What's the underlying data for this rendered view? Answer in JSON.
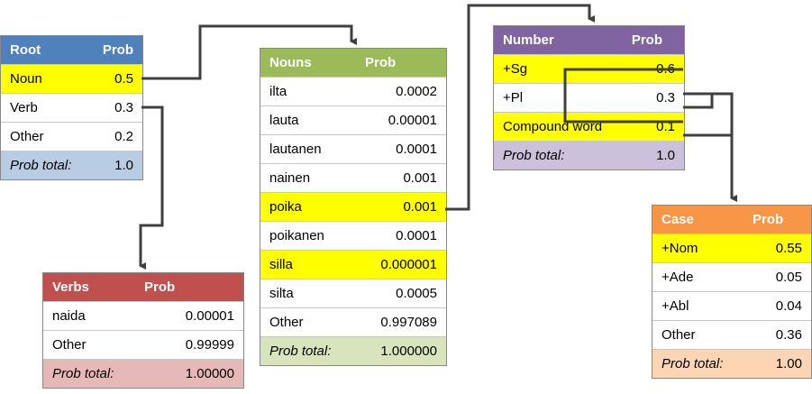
{
  "colors": {
    "root_header": "#4f81bd",
    "root_total": "#b8cce4",
    "verbs_header": "#c0504d",
    "verbs_total": "#e6b9b8",
    "nouns_header": "#9bbb59",
    "nouns_total": "#d7e4bc",
    "number_header": "#8064a2",
    "number_total": "#ccc1da",
    "case_header": "#f79646",
    "case_total": "#fcd5b4",
    "highlight": "#ffff00",
    "connector": "#404040"
  },
  "root": {
    "title": "Root",
    "prob": "Prob",
    "rows": [
      {
        "label": "Noun",
        "value": "0.5"
      },
      {
        "label": "Verb",
        "value": "0.3"
      },
      {
        "label": "Other",
        "value": "0.2"
      }
    ],
    "total_label": "Prob total:",
    "total_value": "1.0"
  },
  "verbs": {
    "title": "Verbs",
    "prob": "Prob",
    "rows": [
      {
        "label": "naida",
        "value": "0.00001"
      },
      {
        "label": "Other",
        "value": "0.99999"
      }
    ],
    "total_label": "Prob total:",
    "total_value": "1.00000"
  },
  "nouns": {
    "title": "Nouns",
    "prob": "Prob",
    "rows": [
      {
        "label": "ilta",
        "value": "0.0002"
      },
      {
        "label": "lauta",
        "value": "0.00001"
      },
      {
        "label": "lautanen",
        "value": "0.0001"
      },
      {
        "label": "nainen",
        "value": "0.001"
      },
      {
        "label": "poika",
        "value": "0.001"
      },
      {
        "label": "poikanen",
        "value": "0.0001"
      },
      {
        "label": "silla",
        "value": "0.000001"
      },
      {
        "label": "silta",
        "value": "0.0005"
      },
      {
        "label": "Other",
        "value": "0.997089"
      }
    ],
    "total_label": "Prob total:",
    "total_value": "1.000000"
  },
  "number": {
    "title": "Number",
    "prob": "Prob",
    "rows": [
      {
        "label": "+Sg",
        "value": "0.6"
      },
      {
        "label": "+Pl",
        "value": "0.3"
      },
      {
        "label": "Compound word",
        "value": "0.1"
      }
    ],
    "total_label": "Prob total:",
    "total_value": "1.0"
  },
  "case": {
    "title": "Case",
    "prob": "Prob",
    "rows": [
      {
        "label": "+Nom",
        "value": "0.55"
      },
      {
        "label": "+Ade",
        "value": "0.05"
      },
      {
        "label": "+Abl",
        "value": "0.04"
      },
      {
        "label": "Other",
        "value": "0.36"
      }
    ],
    "total_label": "Prob total:",
    "total_value": "1.00"
  }
}
